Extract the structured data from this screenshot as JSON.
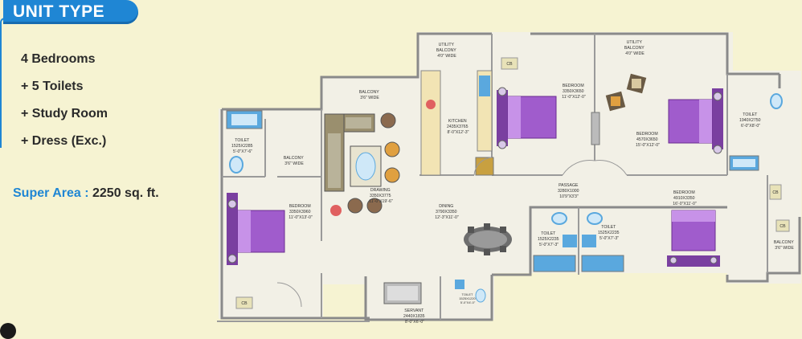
{
  "header": {
    "title": "UNIT TYPE"
  },
  "features": [
    "4 Bedrooms",
    "+ 5 Toilets",
    "+ Study Room",
    "+ Dress (Exc.)"
  ],
  "super_area": {
    "label": "Super Area :",
    "value": "2250 sq. ft."
  },
  "rooms": {
    "toilet_left": [
      "TOILET",
      "1525X2285",
      "5'-0\"X7'-6\""
    ],
    "balcony_left": [
      "BALCONY",
      "3'6\" WIDE"
    ],
    "bedroom_left": [
      "BEDROOM",
      "3350X3960",
      "11'-0\"X13'-0\""
    ],
    "balcony_top": [
      "BALCONY",
      "3'6\" WIDE"
    ],
    "drawing": [
      "DRAWING",
      "3350X3775",
      "11'-0\"X19'-6\""
    ],
    "utility_balcony_1": [
      "UTILITY",
      "BALCONY",
      "4'0\" WIDE"
    ],
    "kitchen": [
      "KITCHEN",
      "2435X3765",
      "8'-0\"X12'-3\""
    ],
    "dining": [
      "DINING",
      "3790X3350",
      "12'-3\"X11'-0\""
    ],
    "bedroom_mid": [
      "BEDROOM",
      "3350X3650",
      "11'-0\"X12'-0\""
    ],
    "utility_balcony_2": [
      "UTILITY",
      "BALCONY",
      "4'0\" WIDE"
    ],
    "bedroom_right": [
      "BEDROOM",
      "4570X3650",
      "15'-0\"X12'-0\""
    ],
    "toilet_right": [
      "TOILET",
      "1940X2750",
      "6'-0\"X8'-0\""
    ],
    "passage": [
      "PASSAGE",
      "3280X1000",
      "10'9\"X3'3\""
    ],
    "bedroom_bottom_right": [
      "BEDROOM",
      "4910X3350",
      "16'-0\"X11'-0\""
    ],
    "toilet_bottom_1": [
      "TOILET",
      "1525X2235",
      "5'-0\"X7'-3\""
    ],
    "toilet_bottom_2": [
      "TOILET",
      "1525X2235",
      "5'-0\"X7'-3\""
    ],
    "balcony_right": [
      "BALCONY",
      "3'6\" WIDE"
    ],
    "servant": [
      "SERVANT",
      "2440X1835",
      "8'-0\"X6'-0\""
    ],
    "toilet_servant": [
      "TOILET",
      "1525X1220",
      "5'-0\"X4'-0\""
    ],
    "cb_labels": [
      "CB",
      "CB",
      "CB",
      "CB"
    ]
  },
  "colors": {
    "accent": "#1f86d4",
    "background": "#f6f3d2",
    "wall": "#8a8a8a",
    "bed": "#a05ccc",
    "floor": "#f2f0e6"
  }
}
